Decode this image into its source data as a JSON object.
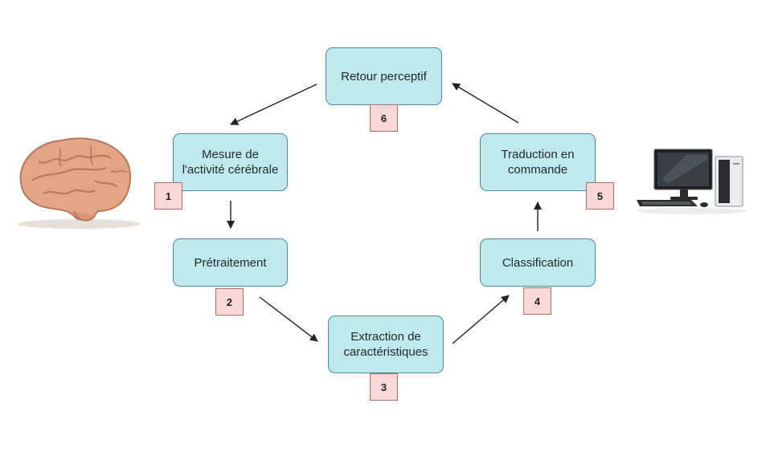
{
  "nodes": {
    "retour": "Retour perceptif",
    "mesure": "Mesure de l'activité cérébrale",
    "pretraitement": "Prétraitement",
    "extraction": "Extraction de caractéristiques",
    "classification": "Classification",
    "traduction": "Traduction en commande"
  },
  "numbers": {
    "mesure": "1",
    "pretraitement": "2",
    "extraction": "3",
    "classification": "4",
    "traduction": "5",
    "retour": "6"
  },
  "illustrations": {
    "left": "brain-icon",
    "right": "desktop-computer-icon"
  },
  "colors": {
    "node_fill": "#bfe9ec",
    "node_border": "#4a8c93",
    "number_fill": "#f9d9d7",
    "number_border": "#b06f6b",
    "arrow": "#222222"
  }
}
